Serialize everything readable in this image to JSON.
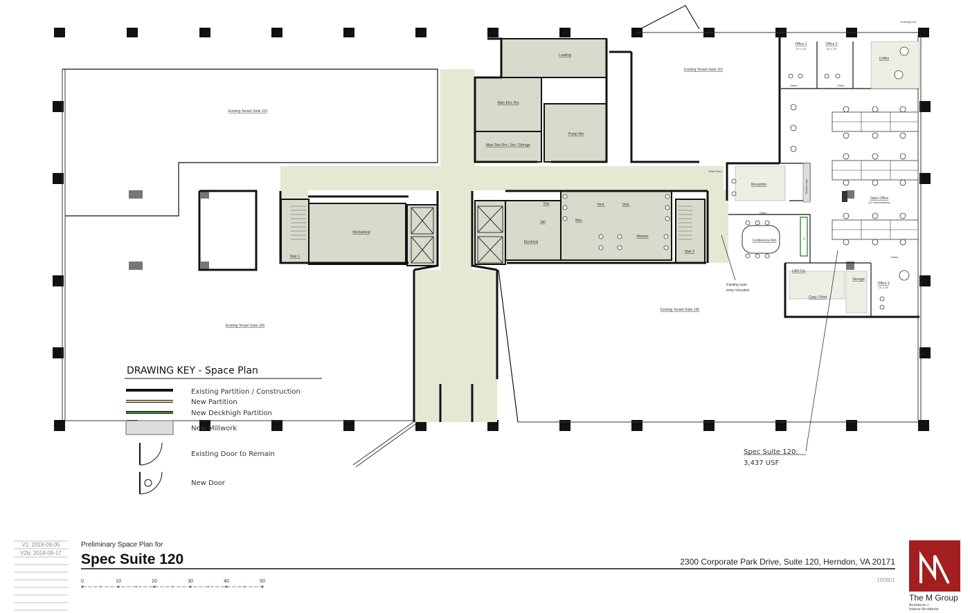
{
  "rooms": {
    "suite_110": "Existing Tenant Suite 110",
    "suite_115": "Existing Tenant Suite 115",
    "suite_100": "Existing Tenant Suite 100",
    "suite_150": "Existing Tenant Suite 150",
    "loading": "Loading",
    "main_elec": "Main Elec Rm",
    "pump": "Pump Rm",
    "main_tele": "Main Tele Rm / Jan / Storage",
    "mechanical": "Mechanical",
    "stair1": "Stair 1",
    "stair2": "Stair 2",
    "tele": "Tele",
    "jan": "Jan",
    "electrical": "Electrical",
    "men": "Men",
    "women": "Women",
    "vest1": "Vest.",
    "vest2": "Vest.",
    "suite_entry": "Suite Entry",
    "reception": "Reception",
    "conference": "Conference Rm",
    "open_office": "Open Office",
    "open_office_sub": "(21 Workstations)",
    "office1": "Office 1",
    "office1_size": "10' x 13'",
    "office2": "Office 2",
    "office2_size": "10' x 13'",
    "office3": "Office 3",
    "office3_size": "10' x 15'",
    "coffee": "Coffee",
    "glass1": "Glass",
    "glass2": "Glass",
    "glass3": "Glass",
    "glass4": "Glass",
    "lan": "LAN Clo.",
    "copy": "Copy / Print",
    "storage": "Storage",
    "tenant_logo": "Tenant Logo",
    "tv": "TV",
    "existing_exit": "Existing Exit"
  },
  "notes": {
    "relocated_line1": "Existing suite",
    "relocated_line2": "entry relocated.",
    "callout_line1": "Spec Suite 120:",
    "callout_line2": "3,437 USF"
  },
  "key": {
    "title": "DRAWING KEY - Space Plan",
    "items": [
      "Existing Partition / Construction",
      "New Partition",
      "New Deckhigh Partition",
      "New Millwork",
      "Existing Door to Remain",
      "New Door"
    ]
  },
  "title_block": {
    "subtitle": "Preliminary Space Plan for",
    "title": "Spec Suite 120",
    "address": "2300 Corporate Park Drive, Suite 120, Herndon, VA  20171",
    "project_number": "180801",
    "revisions": [
      "V1: 2018-09-05",
      "V2b: 2018-09-17"
    ],
    "scale_ticks": [
      "0",
      "10",
      "20",
      "30",
      "40",
      "50"
    ]
  },
  "logo": {
    "name": "The M Group",
    "sub1": "Architects +",
    "sub2": "Interior Architects",
    "color": "#a31f1f"
  },
  "colors": {
    "existing_partition": "#111111",
    "new_partition": "#e8d9a0",
    "deckhigh_partition": "#3a8a3a",
    "millwork": "#dddddd",
    "corridor": "#e6e8d4",
    "core": "#d9d9cc"
  }
}
